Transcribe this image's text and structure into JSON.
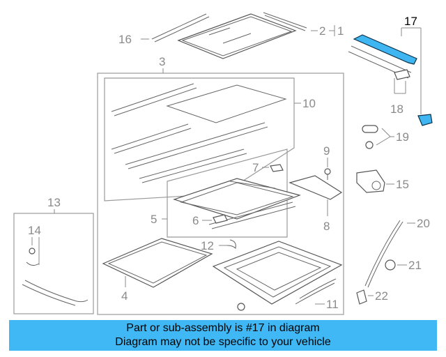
{
  "callouts": {
    "c1": "1",
    "c2": "2",
    "c3": "3",
    "c4": "4",
    "c5": "5",
    "c6": "6",
    "c7": "7",
    "c8": "8",
    "c9": "9",
    "c10": "10",
    "c11": "11",
    "c12": "12",
    "c13": "13",
    "c14": "14",
    "c15": "15",
    "c16": "16",
    "c17": "17",
    "c18": "18",
    "c19": "19",
    "c20": "20",
    "c21": "21",
    "c22": "22"
  },
  "highlight_color": "#3fb6f2",
  "banner_color": "#3fb8f5",
  "caption": {
    "line1": "Part or sub-assembly is #17 in diagram",
    "line2": "Diagram may not be specific to your vehicle"
  }
}
